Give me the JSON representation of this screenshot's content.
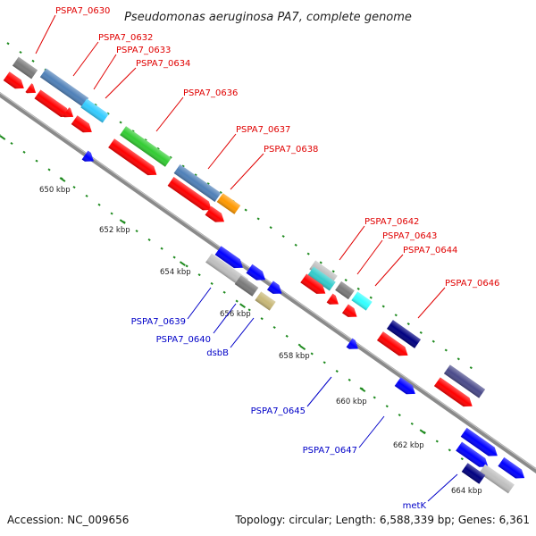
{
  "title": "Pseudomonas aeruginosa PA7, complete genome",
  "footer": {
    "accession": "Accession: NC_009656",
    "topology": "Topology: circular; Length: 6,588,339 bp; Genes: 6,361"
  },
  "scale_labels": [
    "650 kbp",
    "652 kbp",
    "654 kbp",
    "656 kbp",
    "658 kbp",
    "660 kbp",
    "662 kbp",
    "664 kbp"
  ],
  "plus_strand_genes": [
    "PSPA7_0630",
    "PSPA7_0632",
    "PSPA7_0633",
    "PSPA7_0634",
    "PSPA7_0636",
    "PSPA7_0637",
    "PSPA7_0638",
    "PSPA7_0642",
    "PSPA7_0643",
    "PSPA7_0644",
    "PSPA7_0646"
  ],
  "minus_strand_genes": [
    "PSPA7_0639",
    "PSPA7_0640",
    "dsbB",
    "PSPA7_0645",
    "PSPA7_0647",
    "metK"
  ],
  "colors": {
    "plus_label": "#e00000",
    "minus_label": "#0000c8",
    "backbone": "#8a8a8a",
    "ticks": "#1e8a1e",
    "cds_plus": "#ff0000",
    "cds_minus": "#0000ff"
  }
}
